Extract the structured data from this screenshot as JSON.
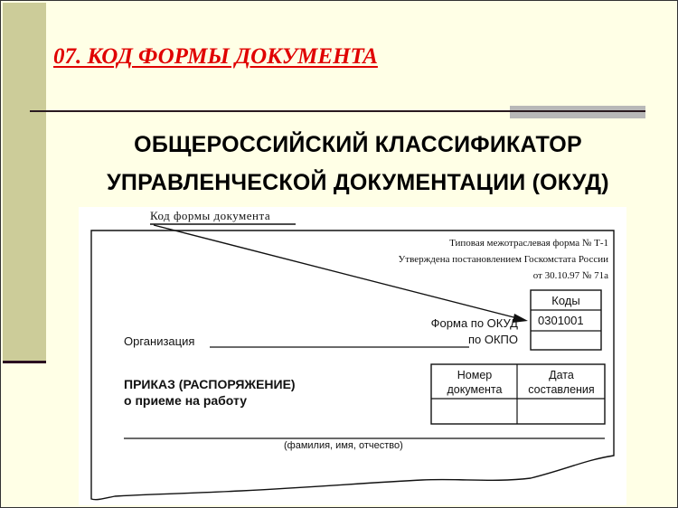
{
  "slide": {
    "title": "07. КОД ФОРМЫ ДОКУМЕНТА",
    "heading_line1": "ОБЩЕРОССИЙСКИЙ КЛАССИФИКАТОР",
    "heading_line2": "УПРАВЛЕНЧЕСКОЙ ДОКУМЕНТАЦИИ (ОКУД)",
    "colors": {
      "background": "#ffffe6",
      "side_band": "#cccc99",
      "title": "#e00000",
      "accent_bar": "#b8b8b8"
    }
  },
  "form": {
    "code_label": "Код формы документа",
    "standard_line1": "Типовая межотраслевая форма № Т-1",
    "standard_line2": "Утверждена постановлением Госкомстата России",
    "standard_line3": "от 30.10.97 № 71а",
    "codes_header": "Коды",
    "okud_label": "Форма по ОКУД",
    "okud_value": "0301001",
    "okpo_label": "по ОКПО",
    "okpo_value": "",
    "organization_label": "Организация",
    "order_title_line1": "ПРИКАЗ (РАСПОРЯЖЕНИЕ)",
    "order_title_line2": "о приеме на работу",
    "doc_number_header": "Номер документа",
    "doc_number_header_l1": "Номер",
    "doc_number_header_l2": "документа",
    "date_header_l1": "Дата",
    "date_header_l2": "составления",
    "doc_number_value": "",
    "date_value": "",
    "fio_caption": "(фамилия, имя, отчество)"
  }
}
